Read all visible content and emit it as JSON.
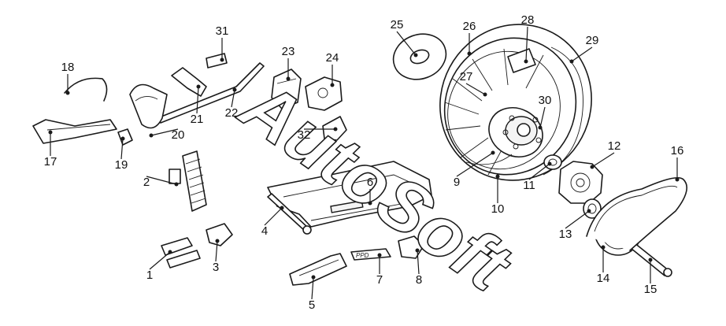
{
  "watermark": {
    "text": "AutoSoft"
  },
  "callouts": [
    {
      "id": "1",
      "label": "1"
    },
    {
      "id": "2",
      "label": "2"
    },
    {
      "id": "3",
      "label": "3"
    },
    {
      "id": "4",
      "label": "4"
    },
    {
      "id": "5",
      "label": "5"
    },
    {
      "id": "6",
      "label": "6"
    },
    {
      "id": "7",
      "label": "7"
    },
    {
      "id": "8",
      "label": "8"
    },
    {
      "id": "9",
      "label": "9"
    },
    {
      "id": "10",
      "label": "10"
    },
    {
      "id": "11",
      "label": "11"
    },
    {
      "id": "12",
      "label": "12"
    },
    {
      "id": "13",
      "label": "13"
    },
    {
      "id": "14",
      "label": "14"
    },
    {
      "id": "15",
      "label": "15"
    },
    {
      "id": "16",
      "label": "16"
    },
    {
      "id": "17",
      "label": "17"
    },
    {
      "id": "18",
      "label": "18"
    },
    {
      "id": "19",
      "label": "19"
    },
    {
      "id": "20",
      "label": "20"
    },
    {
      "id": "21",
      "label": "21"
    },
    {
      "id": "22",
      "label": "22"
    },
    {
      "id": "23",
      "label": "23"
    },
    {
      "id": "24",
      "label": "24"
    },
    {
      "id": "25",
      "label": "25"
    },
    {
      "id": "26",
      "label": "26"
    },
    {
      "id": "27",
      "label": "27"
    },
    {
      "id": "28",
      "label": "28"
    },
    {
      "id": "29",
      "label": "29"
    },
    {
      "id": "30",
      "label": "30"
    },
    {
      "id": "31",
      "label": "31"
    },
    {
      "id": "32",
      "label": "32"
    }
  ],
  "decals": {
    "swingarm_sticker": "PPD"
  }
}
